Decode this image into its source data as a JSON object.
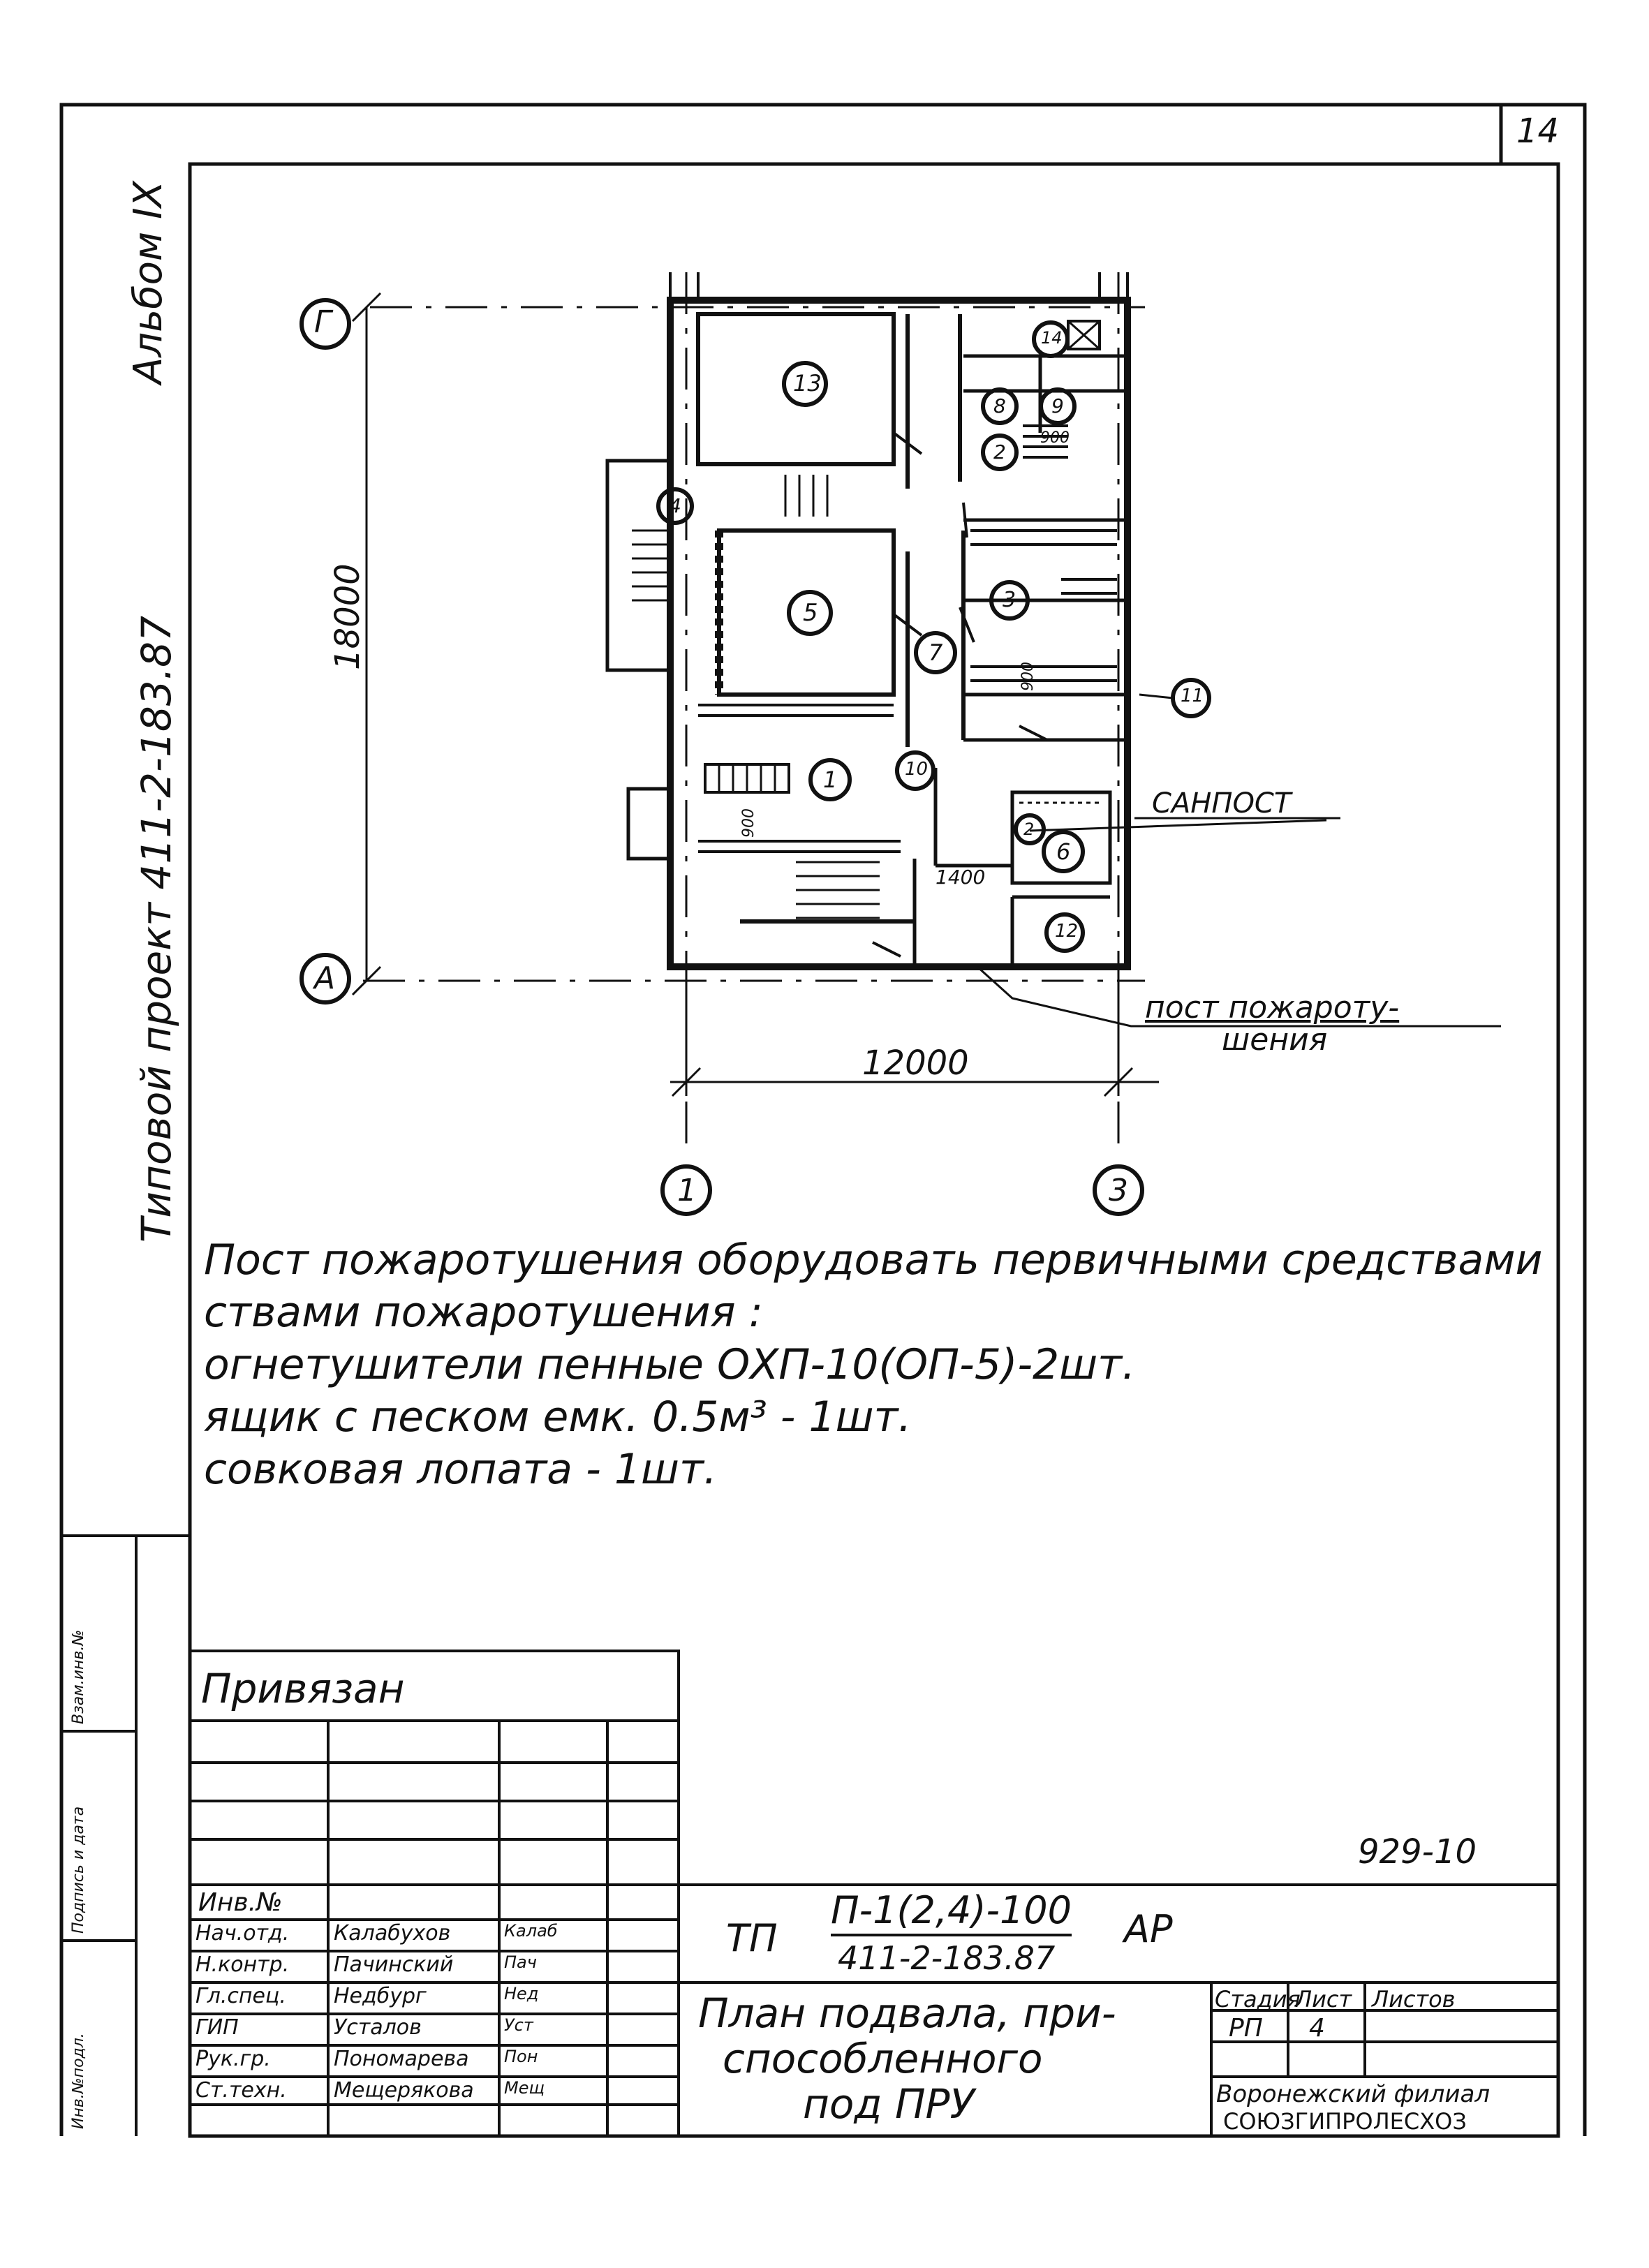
{
  "sheet": {
    "page_number": "14",
    "album": "Альбом IX",
    "project": "Типовой проект 411-2-183.87"
  },
  "plan": {
    "axes": {
      "top": "Г",
      "bottom": "А",
      "left": "1",
      "right": "3"
    },
    "dimensions": {
      "vertical": "18000",
      "horizontal": "12000"
    },
    "rooms": [
      "13",
      "14",
      "8",
      "9",
      "2",
      "4",
      "5",
      "3",
      "7",
      "11",
      "1",
      "10",
      "6",
      "12",
      "2"
    ],
    "inner_dims": [
      "900",
      "900",
      "900",
      "1400"
    ],
    "callouts": {
      "sanpost": "САНПОСТ",
      "fire_post": "пост пожароту-",
      "fire_post_2": "шения"
    }
  },
  "notes": [
    "Пост  пожаротушения  оборудовать первичными средствами",
    "ствами  пожаротушения :",
    "огнетушители  пенные  ОХП-10(ОП-5)-2шт.",
    "ящик с песком емк. 0.5м³ - 1шт.",
    "совковая  лопата  - 1шт."
  ],
  "left_margin": {
    "vzam": "Взам.инв.№",
    "podpis": "Подпись и дата",
    "inv_podl": "Инв.№подл."
  },
  "title_block": {
    "privyazan": "Привязан",
    "inv_no": "Инв.№",
    "doc_number": "929-10",
    "staff": [
      {
        "role": "Нач.отд.",
        "name": "Калабухов",
        "sign": "Калаб"
      },
      {
        "role": "Н.контр.",
        "name": "Пачинский",
        "sign": "Пач"
      },
      {
        "role": "Гл.спец.",
        "name": "Недбург",
        "sign": "Нед"
      },
      {
        "role": "ГИП",
        "name": "Усталов",
        "sign": "Уст"
      },
      {
        "role": "Рук.гр.",
        "name": "Пономарева",
        "sign": "Пон"
      },
      {
        "role": "Ст.техн.",
        "name": "Мещерякова",
        "sign": "Мещ"
      }
    ],
    "code_prefix": "ТП",
    "code_numerator": "П-1(2,4)-100",
    "code_denominator": "411-2-183.87",
    "code_suffix": "АР",
    "title_1": "План подвала, при-",
    "title_2": "способленного",
    "title_3": "под ПРУ",
    "stage_label": "Стадия",
    "sheet_label": "Лист",
    "sheets_label": "Листов",
    "stage": "РП",
    "sheet": "4",
    "org_1": "Воронежский филиал",
    "org_2": "СОЮЗГИПРОЛЕСХОЗ"
  }
}
